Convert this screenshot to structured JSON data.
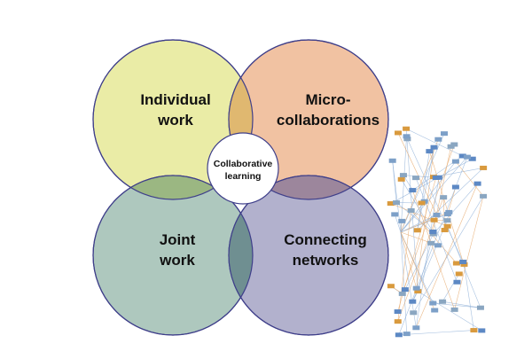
{
  "diagram": {
    "circles": [
      {
        "id": "individual-work",
        "lines": [
          "Individual",
          "work"
        ],
        "fill": "#eaeca6",
        "stroke": "#3f3f8a"
      },
      {
        "id": "micro-collaborations",
        "lines": [
          "Micro-",
          "collaborations"
        ],
        "fill": "#f1c2a2",
        "stroke": "#3f3f8a"
      },
      {
        "id": "joint-work",
        "lines": [
          "Joint",
          "work"
        ],
        "fill": "#aec8be",
        "stroke": "#3f3f8a"
      },
      {
        "id": "connecting-networks",
        "lines": [
          "Connecting",
          "networks"
        ],
        "fill": "#b2b1cd",
        "stroke": "#3f3f8a"
      }
    ],
    "overlaps": {
      "top": "#e0b870",
      "left": "#9bb782",
      "right": "#9c869c",
      "bottom": "#6f8f91"
    },
    "center": {
      "lines": [
        "Collaborative",
        "learning"
      ],
      "fill": "#ffffff",
      "stroke": "#3f3f8a"
    },
    "network_graph": {
      "node_colors": [
        "#7da0c8",
        "#d99a3e",
        "#8aa6c1",
        "#5c88c4"
      ],
      "edge_colors": [
        "#8fb0d8",
        "#e6a86a"
      ]
    }
  }
}
